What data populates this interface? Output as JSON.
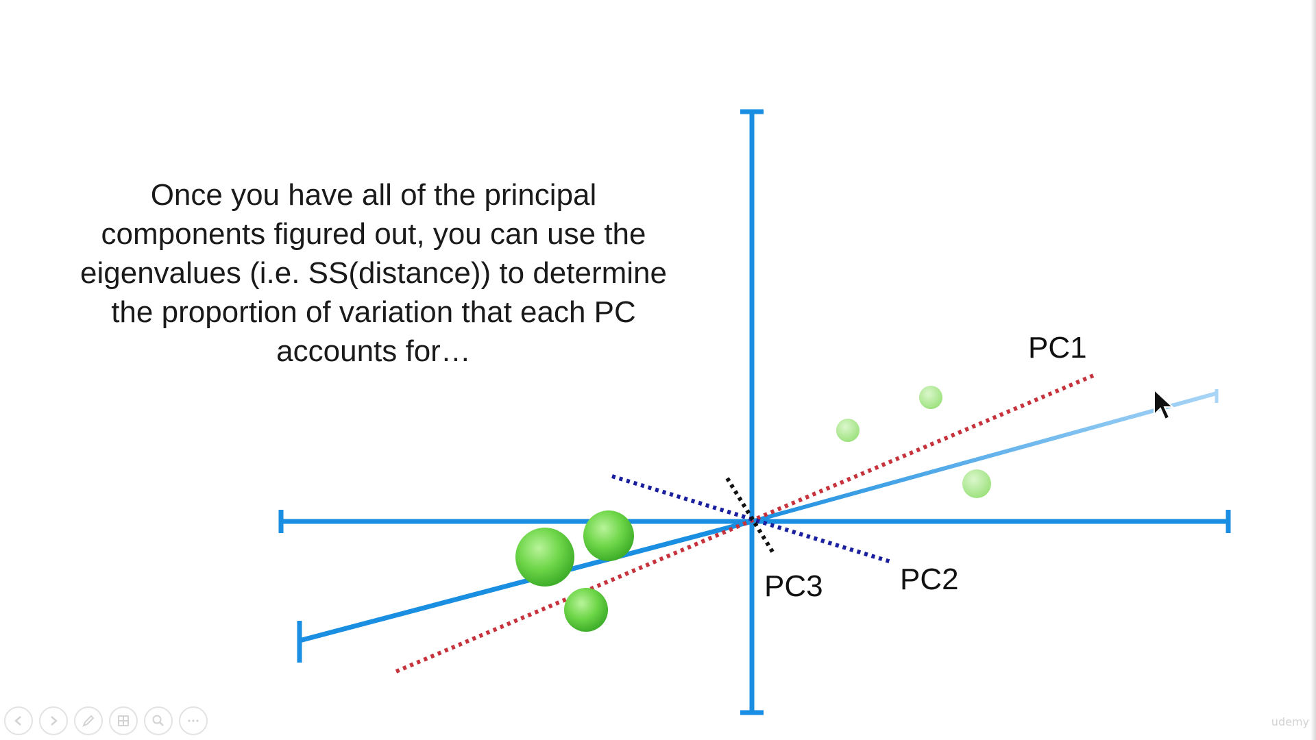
{
  "caption": {
    "lines": [
      "Once you have all of the principal",
      "components figured out, you can use the",
      "eigenvalues (i.e. SS(distance)) to determine",
      "the proportion of variation that each PC",
      "accounts for…"
    ]
  },
  "labels": {
    "pc1": "PC1",
    "pc2": "PC2",
    "pc3": "PC3"
  },
  "colors": {
    "axis": "#1a8ee0",
    "pc1_line": "#c7333c",
    "pc2_line": "#1a1f9e",
    "pc3_line": "#111111",
    "points": "#6ed648",
    "background": "#ffffff"
  },
  "controls": {
    "icons": [
      "previous-icon",
      "next-icon",
      "pen-icon",
      "slides-icon",
      "zoom-icon",
      "more-icon"
    ]
  },
  "watermark": "udemy"
}
